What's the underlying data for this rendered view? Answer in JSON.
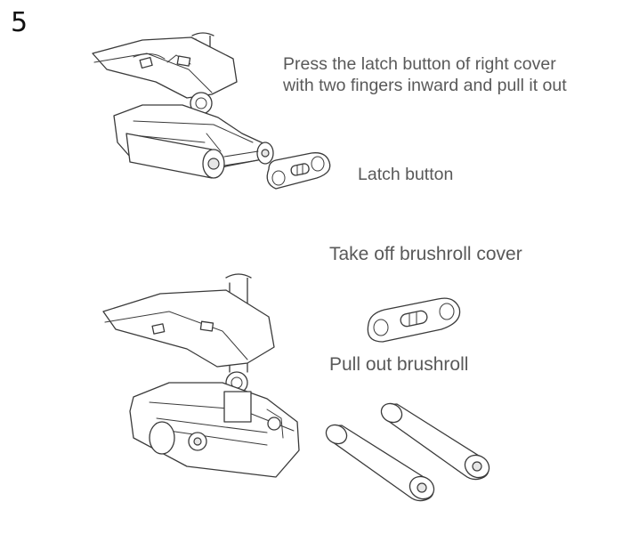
{
  "step_number": "5",
  "instructions": {
    "press_latch": "Press the latch button of right cover with two fingers inward and pull it out",
    "latch_label": "Latch button",
    "take_off_cover": "Take off brushroll cover",
    "pull_out": "Pull out brushroll"
  },
  "icons": [
    "vacuum-head-illustration",
    "latch-cover-illustration",
    "brushroll-illustration"
  ]
}
